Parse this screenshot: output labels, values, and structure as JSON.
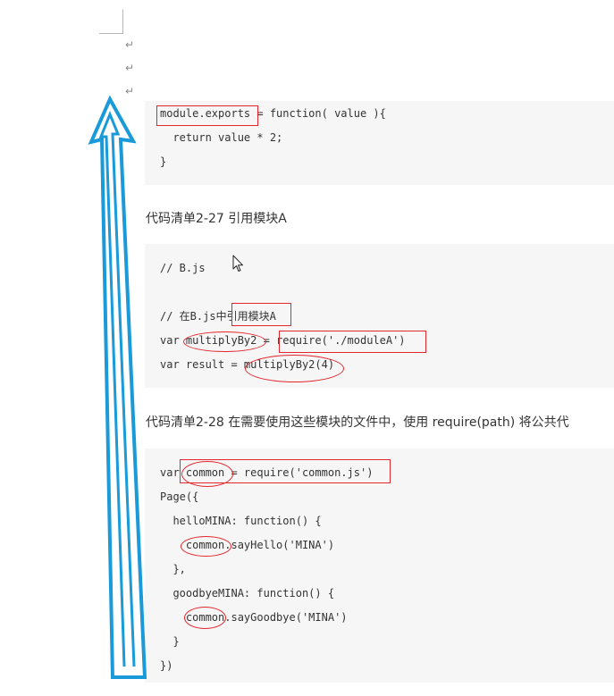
{
  "paragraph_mark": "↵",
  "block1": {
    "lines": [
      "module.exports = function( value ){",
      "  return value * 2;",
      "}"
    ]
  },
  "caption1": "代码清单2-27 引用模块A",
  "block2": {
    "lines": [
      "// B.js",
      "",
      "// 在B.js中引用模块A",
      "var multiplyBy2 = require('./moduleA')",
      "var result = multiplyBy2(4)"
    ]
  },
  "caption2": "代码清单2-28 在需要使用这些模块的文件中，使用 require(path) 将公共代",
  "block3": {
    "lines": [
      "var common = require('common.js')",
      "Page({",
      "  helloMINA: function() {",
      "    common.sayHello('MINA')",
      "  },",
      "  goodbyeMINA: function() {",
      "    common.sayGoodbye('MINA')",
      "  }",
      "})"
    ]
  },
  "colors": {
    "annotation_red": "#e3262d",
    "arrow_blue": "#1a9ad9",
    "code_background": "#f6f6f6"
  },
  "icons": [
    "mouse-cursor-icon",
    "blue-arrow-icon"
  ]
}
